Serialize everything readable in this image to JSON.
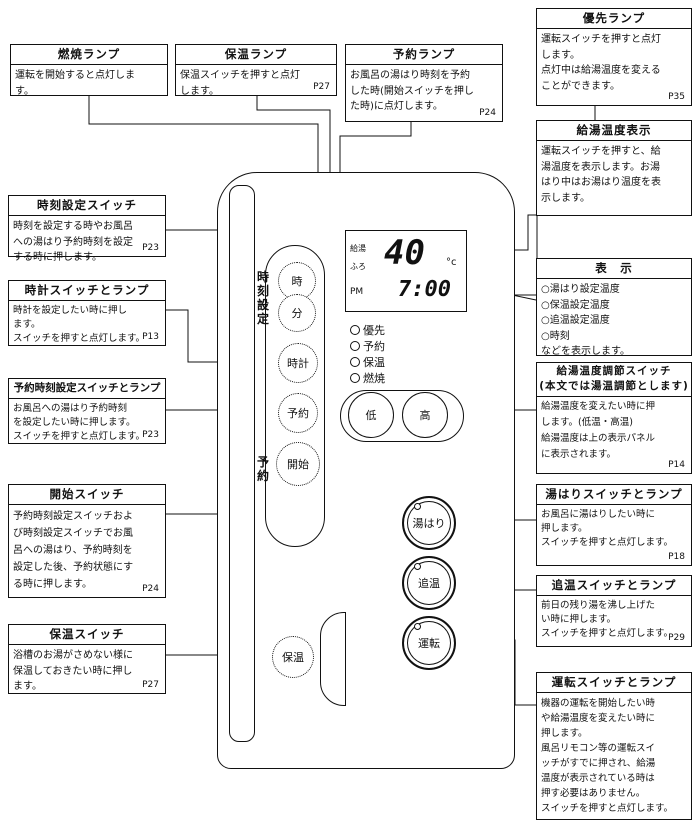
{
  "callouts": {
    "nenshou_lamp": {
      "title": "燃焼ランプ",
      "body": "運転を開始すると点灯しま\nす。",
      "page": ""
    },
    "hoon_lamp": {
      "title": "保温ランプ",
      "body": "保温スイッチを押すと点灯\nします。",
      "page": "P27"
    },
    "yoyaku_lamp": {
      "title": "予約ランプ",
      "body": "お風呂の湯はり時刻を予約\nした時(開始スイッチを押し\nた時)に点灯します。",
      "page": "P24"
    },
    "yusen_lamp": {
      "title": "優先ランプ",
      "body": "運転スイッチを押すと点灯\nします。\n点灯中は給湯温度を変える\nことができます。",
      "page": "P35"
    },
    "kyuto_temp": {
      "title": "給湯温度表示",
      "body": "運転スイッチを押すと、給\n湯温度を表示します。お湯\nはり中はお湯はり温度を表\n示します。",
      "page": ""
    },
    "hyouji": {
      "title": "表　示",
      "body": "○湯はり設定温度\n○保温設定温度\n○追温設定温度\n○時刻\nなどを表示します。",
      "page": ""
    },
    "jikoku_switch": {
      "title": "時刻設定スイッチ",
      "body": "時刻を設定する時やお風呂\nへの湯はり予約時刻を設定\nする時に押します。",
      "page": "P23"
    },
    "tokei_switch": {
      "title": "時計スイッチとランプ",
      "body": "時計を設定したい時に押し\nます。\nスイッチを押すと点灯します。",
      "page": "P13"
    },
    "yoyaku_jikoku": {
      "title": "予約時刻設定スイッチとランプ",
      "body": "お風呂への湯はり予約時刻\nを設定したい時に押します。\nスイッチを押すと点灯します。",
      "page": "P23"
    },
    "kaishi_switch": {
      "title": "開始スイッチ",
      "body": "予約時刻設定スイッチおよ\nび時刻設定スイッチでお風\n呂への湯はり、予約時刻を\n設定した後、予約状態にす\nる時に押します。",
      "page": "P24"
    },
    "hoon_switch": {
      "title": "保温スイッチ",
      "body": "浴槽のお湯がさめない様に\n保温しておきたい時に押し\nます。",
      "page": "P27"
    },
    "kyuto_ondo_switch": {
      "title": "給湯温度調節スイッチ\n(本文では湯温調節とします)",
      "body": "給湯温度を変えたい時に押\nします。(低温・高温)\n給湯温度は上の表示パネル\nに表示されます。",
      "page": "P14"
    },
    "yuhari_switch": {
      "title": "湯はりスイッチとランプ",
      "body": "お風呂に湯はりしたい時に\n押します。\nスイッチを押すと点灯します。",
      "page": "P18"
    },
    "oidaki_switch": {
      "title": "追温スイッチとランプ",
      "body": "前日の残り湯を沸し上げた\nい時に押します。\nスイッチを押すと点灯します。",
      "page": "P29"
    },
    "unten_switch": {
      "title": "運転スイッチとランプ",
      "body": "機器の運転を開始したい時\nや給湯温度を変えたい時に\n押します。\n風呂リモコン等の運転スイ\nッチがすでに押され、給湯\n温度が表示されている時は\n押す必要はありません。\nスイッチを押すと点灯します。",
      "page": ""
    }
  },
  "device": {
    "side_label_top": "時刻設定",
    "side_label_bottom": "予約",
    "buttons": {
      "ji": "時",
      "fun": "分",
      "tokei": "時計",
      "yoyaku": "予約",
      "kaishi": "開始",
      "hoon": "保温",
      "tei": "低",
      "kou": "高",
      "yuhari": "湯はり",
      "oidaki": "追温",
      "unten": "運転"
    },
    "display": {
      "label_kyuto": "給湯",
      "label_furo": "ふろ",
      "temp": "40",
      "unit": "°c",
      "ampm": "PM",
      "time": "7:00"
    },
    "lamps": [
      "優先",
      "予約",
      "保温",
      "燃焼"
    ]
  }
}
